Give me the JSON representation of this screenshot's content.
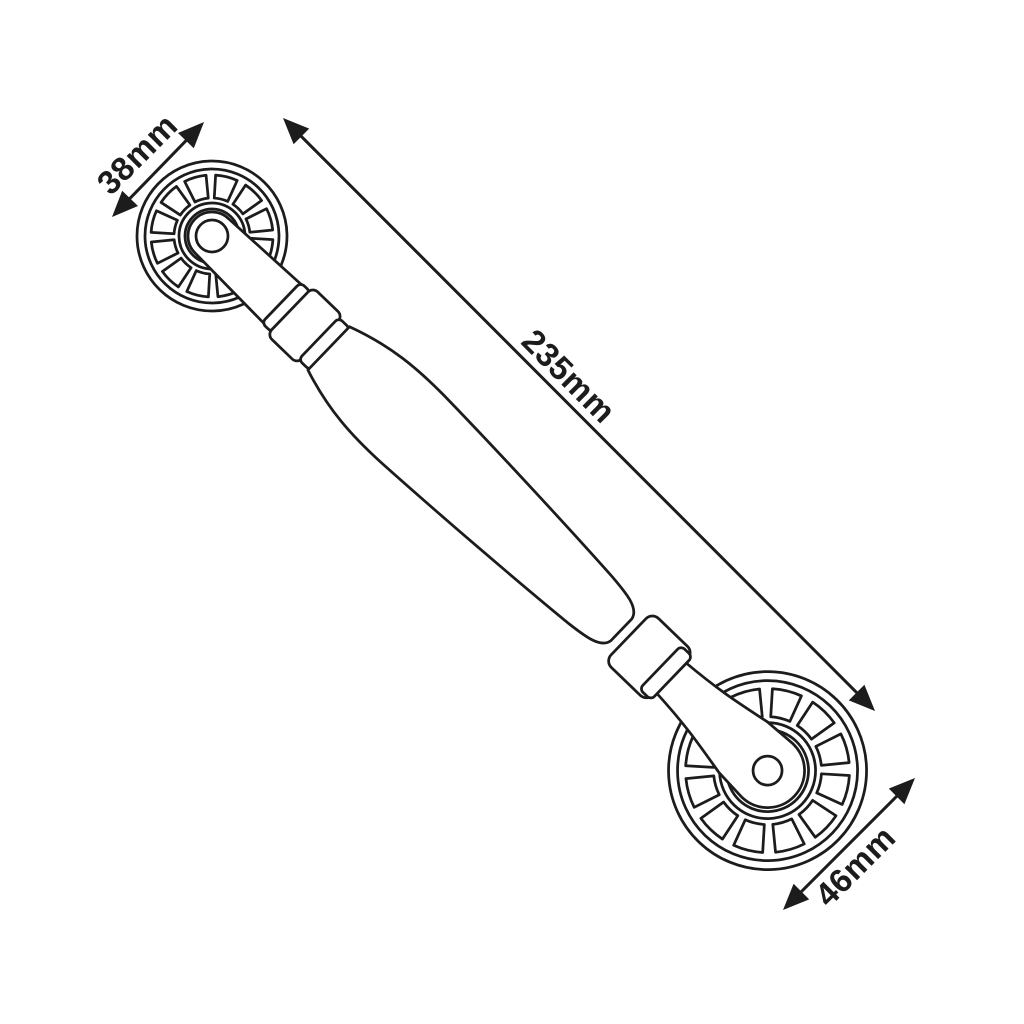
{
  "dimensions": {
    "rosette_small": {
      "label": "38mm"
    },
    "overall_length": {
      "label": "235mm"
    },
    "rosette_large": {
      "label": "46mm"
    }
  },
  "colors": {
    "ink": "#1c1c1c",
    "background": "#ffffff"
  }
}
